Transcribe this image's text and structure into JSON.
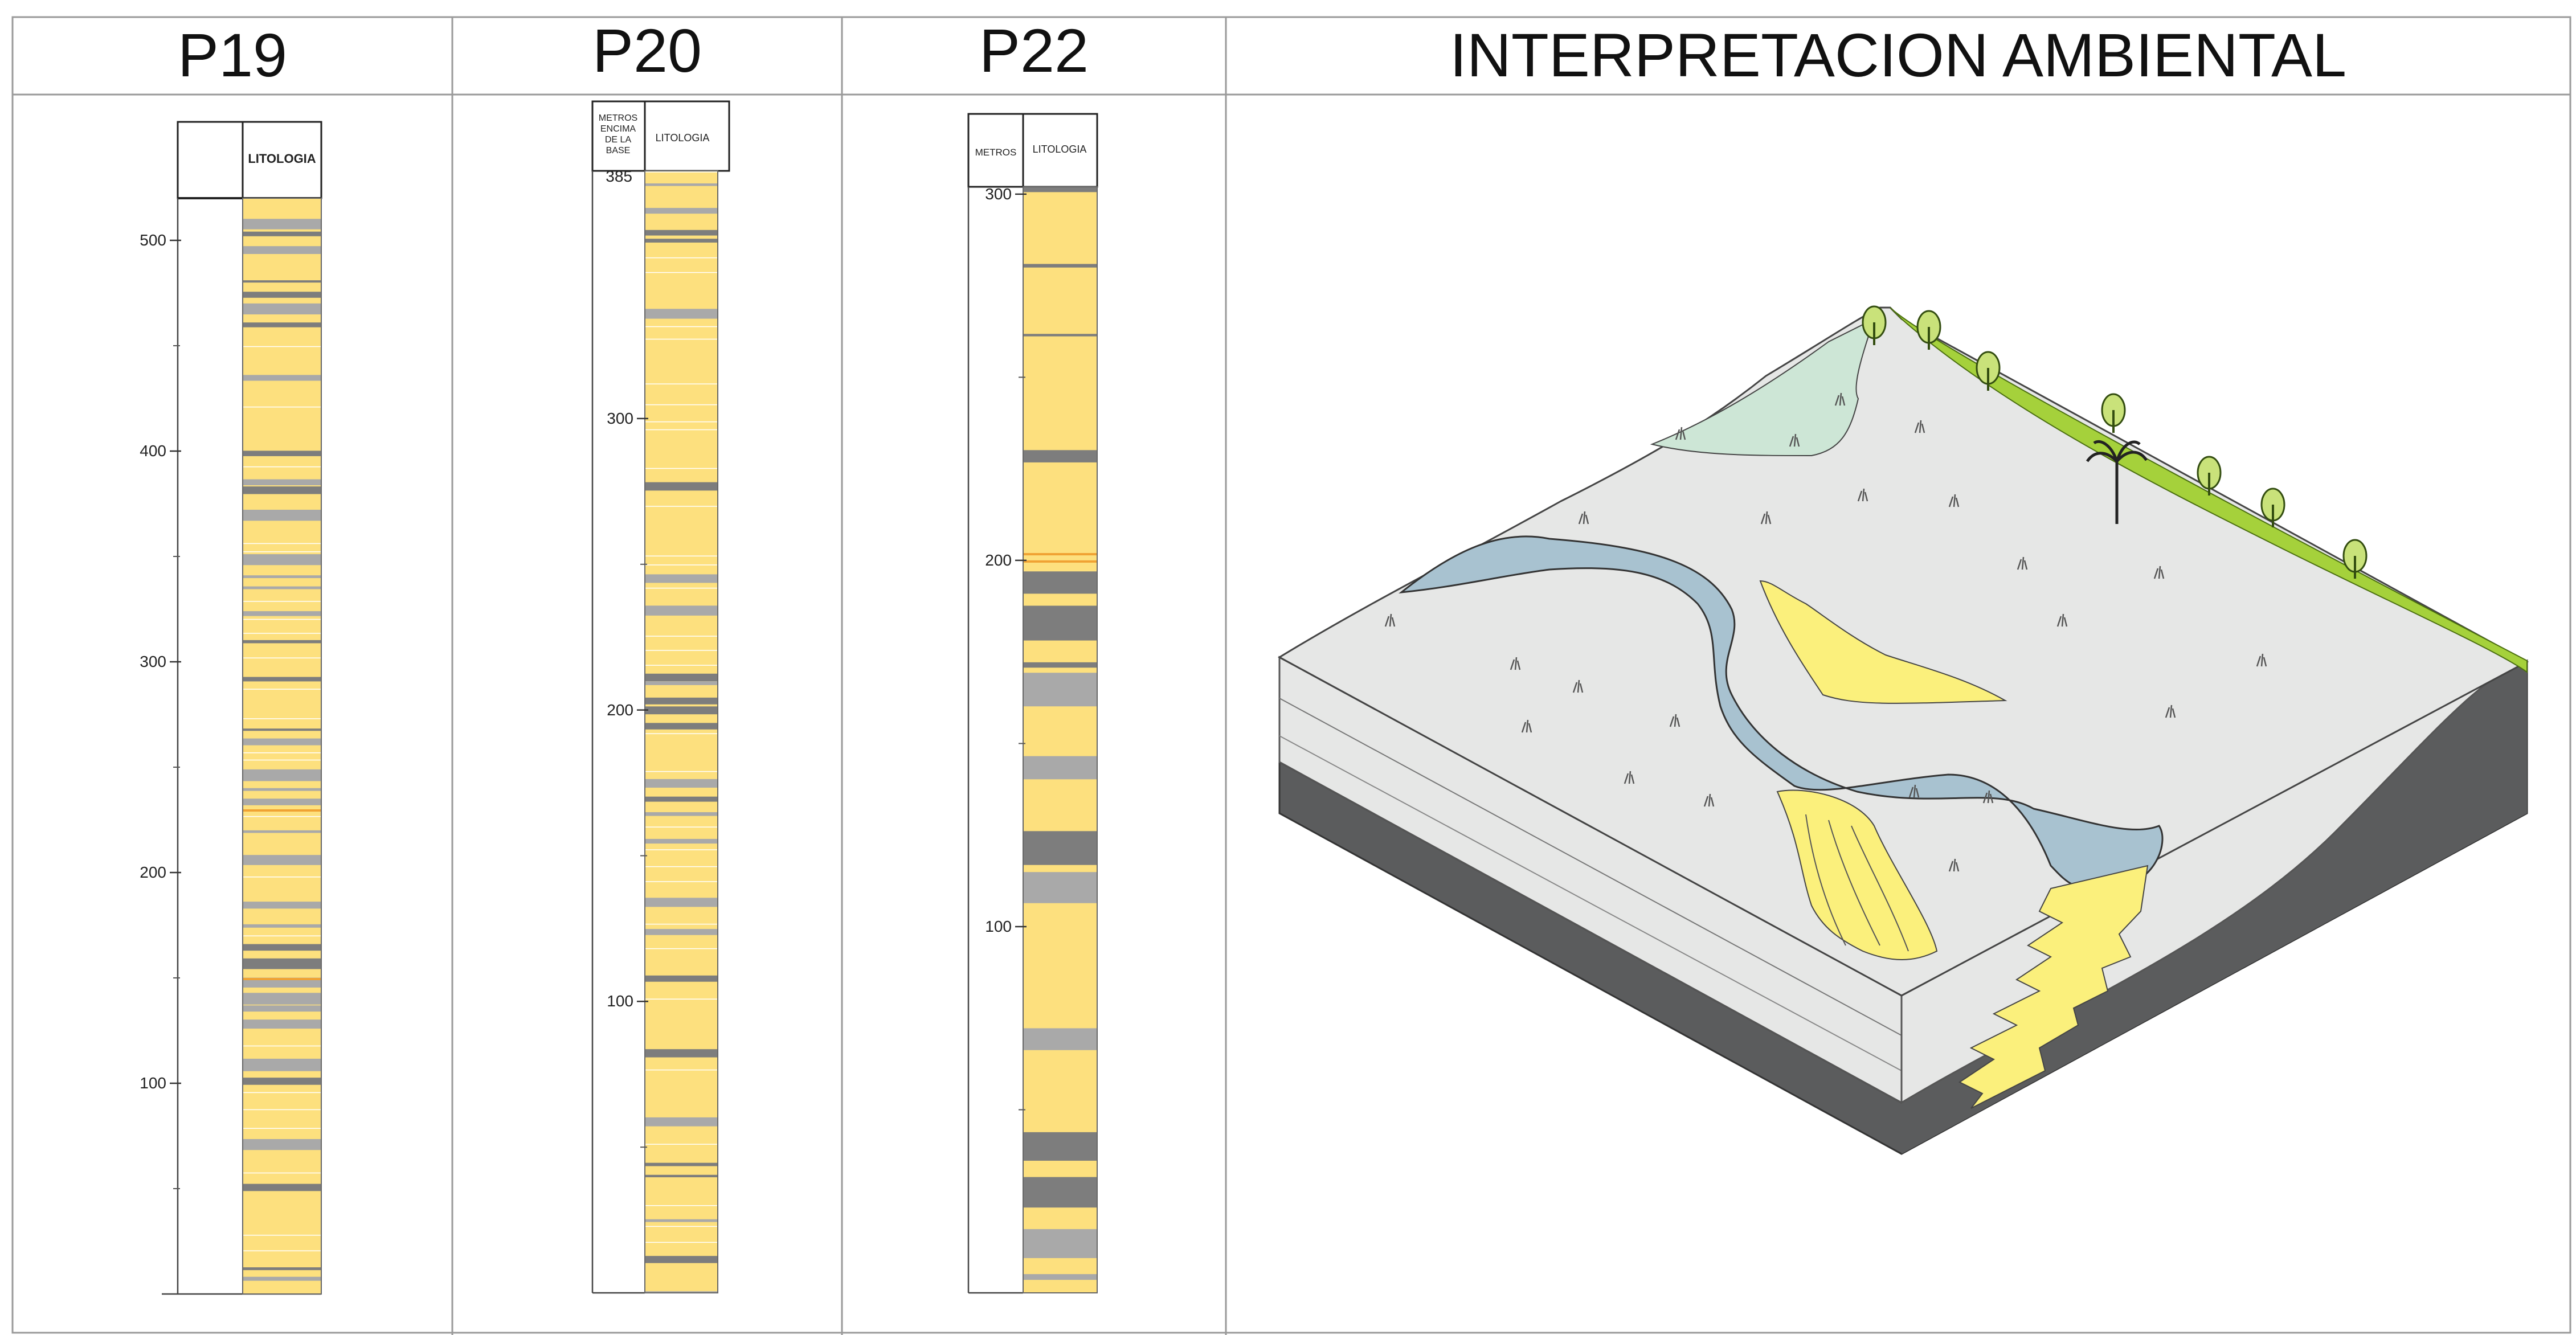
{
  "panels": [
    {
      "title": "P19"
    },
    {
      "title": "P20"
    },
    {
      "title": "P22"
    },
    {
      "title": "INTERPRETACION AMBIENTAL"
    }
  ],
  "columns": {
    "p19": {
      "lithology_header": "LITOLOGIA",
      "scale_range": [
        0,
        520
      ],
      "tick_labels": [
        "500",
        "400",
        "300",
        "200",
        "100"
      ],
      "tick_values": [
        500,
        400,
        300,
        200,
        100
      ]
    },
    "p20": {
      "depth_header": "METROS ENCIMA DE LA BASE",
      "lithology_header": "LITOLOGIA",
      "top_label": "385",
      "scale_range": [
        0,
        385
      ],
      "tick_labels": [
        "300",
        "200",
        "100"
      ],
      "tick_values": [
        300,
        200,
        100
      ]
    },
    "p22": {
      "depth_header": "METROS",
      "lithology_header": "LITOLOGIA",
      "scale_range": [
        0,
        302
      ],
      "tick_labels": [
        "300",
        "200",
        "100"
      ],
      "tick_values": [
        300,
        200,
        100
      ]
    }
  },
  "colors": {
    "sand": "#fde07e",
    "shale": "#a9a9a9",
    "dark_shale": "#7d7d7d",
    "orange_band": "#f0a233",
    "river": "#a8c2d0",
    "plain": "#e6e7e6",
    "fan": "#fbf07c",
    "vegetation_green": "#a5d13b",
    "lagoon": "#cde6d6",
    "block_side": "#5b5c5d"
  }
}
